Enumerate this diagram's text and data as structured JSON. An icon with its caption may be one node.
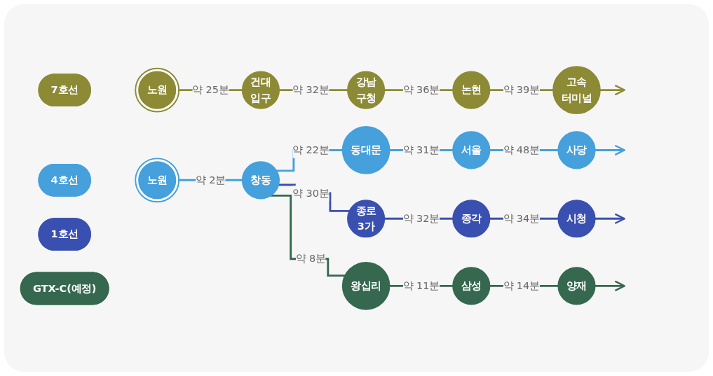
{
  "diagram": {
    "nodes": [
      {
        "text": [
          "7호선"
        ]
      },
      {
        "text": [
          "노원"
        ]
      },
      {
        "text": [
          "건대 입구"
        ]
      },
      {
        "text": [
          "강남 구청"
        ]
      },
      {
        "text": [
          "논현"
        ]
      },
      {
        "text": [
          "고속 터미널"
        ]
      },
      {
        "text": [
          "4호선"
        ]
      },
      {
        "text": [
          "노원"
        ]
      },
      {
        "text": [
          "창동"
        ]
      },
      {
        "text": [
          "동대문"
        ]
      },
      {
        "text": [
          "서울"
        ]
      },
      {
        "text": [
          "사당"
        ]
      },
      {
        "text": [
          "1호선"
        ]
      },
      {
        "text": [
          "종로 3가"
        ]
      },
      {
        "text": [
          "종각"
        ]
      },
      {
        "text": [
          "시청"
        ]
      },
      {
        "text": [
          "GTX-C(예정)"
        ]
      },
      {
        "text": [
          "왕십리"
        ]
      },
      {
        "text": [
          "삼성"
        ]
      },
      {
        "text": [
          "양재"
        ]
      }
    ],
    "edges": [
      {
        "from": 1,
        "to": 2,
        "arrow": "none",
        "label": "약 25분",
        "color": "#8d8a35"
      },
      {
        "from": 2,
        "to": 3,
        "arrow": "none",
        "label": "약 32분",
        "color": "#8d8a35"
      },
      {
        "from": 3,
        "to": 4,
        "arrow": "none",
        "label": "약 36분",
        "color": "#8d8a35"
      },
      {
        "from": 4,
        "to": 5,
        "arrow": "none",
        "label": "약 39분",
        "color": "#8d8a35"
      },
      {
        "from": 5,
        "to": null,
        "arrow": "to",
        "color": "#8d8a35"
      },
      {
        "from": 7,
        "to": 8,
        "arrow": "none",
        "label": "약 2분",
        "color": "#45a0dc"
      },
      {
        "from": 8,
        "to": 9,
        "arrow": "none",
        "label": "약 22분",
        "color": "#45a0dc"
      },
      {
        "from": 9,
        "to": 10,
        "arrow": "none",
        "label": "약 31분",
        "color": "#45a0dc"
      },
      {
        "from": 10,
        "to": 11,
        "arrow": "none",
        "label": "약 48분",
        "color": "#45a0dc"
      },
      {
        "from": 11,
        "to": null,
        "arrow": "to",
        "color": "#45a0dc"
      },
      {
        "from": 8,
        "to": 13,
        "arrow": "none",
        "label": "약 30분",
        "color": "#3a50b0"
      },
      {
        "from": 13,
        "to": 14,
        "arrow": "none",
        "label": "약 32분",
        "color": "#3a50b0"
      },
      {
        "from": 14,
        "to": 15,
        "arrow": "none",
        "label": "약 34분",
        "color": "#3a50b0"
      },
      {
        "from": 15,
        "to": null,
        "arrow": "to",
        "color": "#3a50b0"
      },
      {
        "from": 8,
        "to": 17,
        "arrow": "none",
        "label": "약 8분",
        "color": "#35684f"
      },
      {
        "from": 17,
        "to": 18,
        "arrow": "none",
        "label": "약 11분",
        "color": "#35684f"
      },
      {
        "from": 18,
        "to": 19,
        "arrow": "none",
        "label": "약 14분",
        "color": "#35684f"
      },
      {
        "from": 19,
        "to": null,
        "arrow": "to",
        "color": "#35684f"
      }
    ]
  }
}
